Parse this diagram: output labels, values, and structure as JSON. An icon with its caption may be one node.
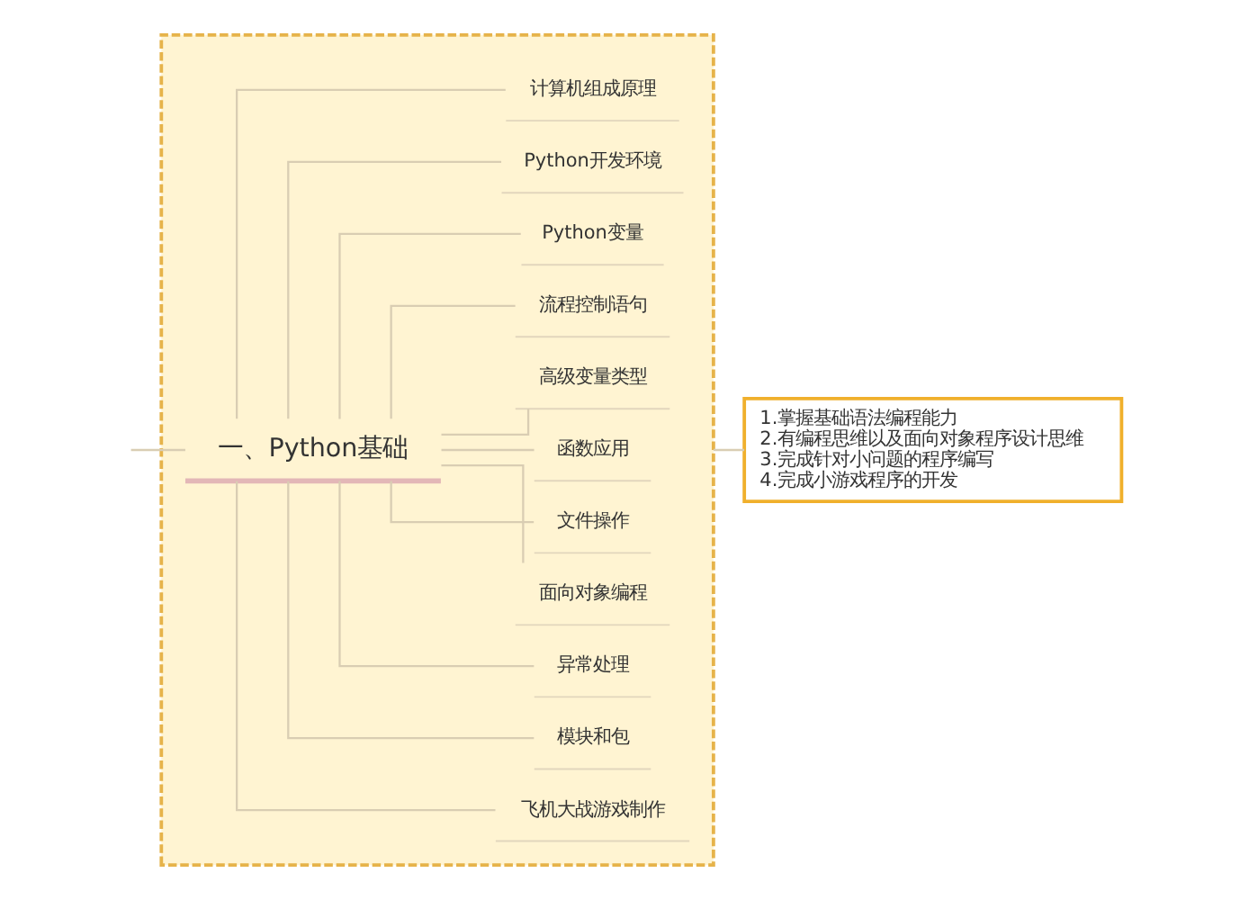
{
  "diagram": {
    "nodes": [
      {
        "text": [],
        "shape": "box"
      },
      {
        "text": [
          "一、Python基础"
        ],
        "in": 0
      },
      {
        "text": [
          "计算机组成原理"
        ],
        "in": 0
      },
      {
        "text": [
          "Python开发环境"
        ],
        "in": 0
      },
      {
        "text": [
          "Python变量"
        ],
        "in": 0
      },
      {
        "text": [
          "流程控制语句"
        ],
        "in": 0
      },
      {
        "text": [
          "高级变量类型"
        ],
        "in": 0
      },
      {
        "text": [
          "函数应用"
        ],
        "in": 0
      },
      {
        "text": [
          "文件操作"
        ],
        "in": 0
      },
      {
        "text": [
          "面向对象编程"
        ],
        "in": 0
      },
      {
        "text": [
          "异常处理"
        ],
        "in": 0
      },
      {
        "text": [
          "模块和包"
        ],
        "in": 0
      },
      {
        "text": [
          "飞机大战游戏制作"
        ],
        "in": 0
      },
      {
        "text": [
          "1.掌握基础语法编程能力",
          "2.有编程思维以及面向对象程序设计思维",
          "3.完成针对小问题的程序编写",
          "4.完成小游戏程序的开发"
        ]
      }
    ],
    "edges": [
      {
        "from": null,
        "to": 1,
        "arrow": "none"
      },
      {
        "from": 1,
        "to": 2,
        "arrow": "none"
      },
      {
        "from": 1,
        "to": 3,
        "arrow": "none"
      },
      {
        "from": 1,
        "to": 4,
        "arrow": "none"
      },
      {
        "from": 1,
        "to": 5,
        "arrow": "none"
      },
      {
        "from": 1,
        "to": 6,
        "arrow": "none"
      },
      {
        "from": 1,
        "to": 7,
        "arrow": "none"
      },
      {
        "from": 1,
        "to": 8,
        "arrow": "none"
      },
      {
        "from": 1,
        "to": 9,
        "arrow": "none"
      },
      {
        "from": 1,
        "to": 10,
        "arrow": "none"
      },
      {
        "from": 1,
        "to": 11,
        "arrow": "none"
      },
      {
        "from": 1,
        "to": 12,
        "arrow": "none"
      },
      {
        "from": 0,
        "to": 13,
        "arrow": "none"
      }
    ]
  }
}
